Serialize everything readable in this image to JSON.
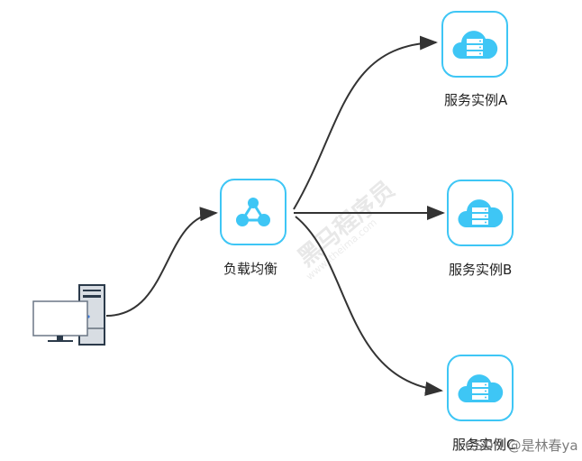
{
  "diagram": {
    "client": {
      "icon": "desktop-computer-icon"
    },
    "load_balancer": {
      "label": "负载均衡",
      "icon": "network-nodes-icon"
    },
    "services": [
      {
        "label": "服务实例A",
        "icon": "cloud-server-icon"
      },
      {
        "label": "服务实例B",
        "icon": "cloud-server-icon"
      },
      {
        "label": "服务实例C",
        "icon": "cloud-server-icon"
      }
    ],
    "accent_color": "#3ec6f5",
    "edge_color": "#333333"
  },
  "watermarks": {
    "brand": "黑马程序员",
    "site": "www.itheima.com",
    "csdn": "CSDN @是林春ya"
  }
}
